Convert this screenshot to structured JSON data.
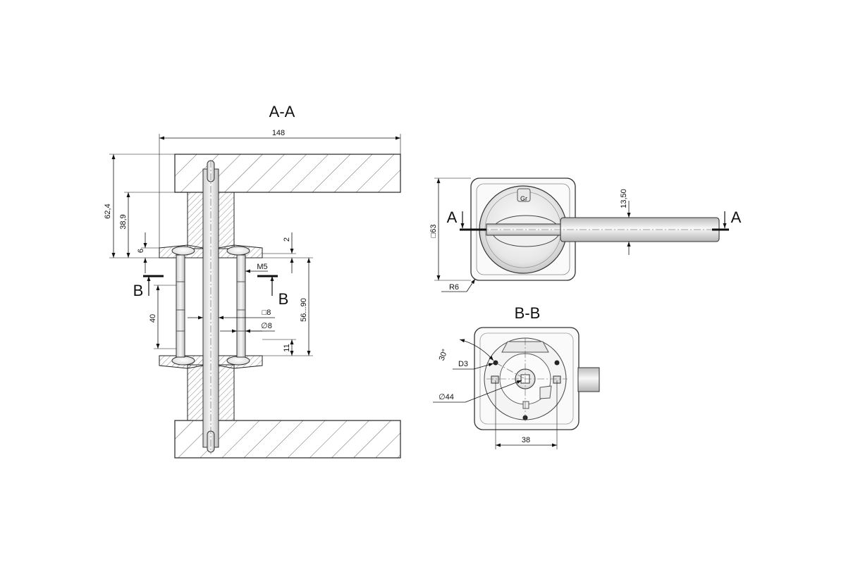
{
  "views": {
    "section_aa_title": "A-A",
    "section_bb_title": "B-B"
  },
  "dimensions": {
    "overall_width": "148",
    "height_total": "62,4",
    "height_inner": "38,9",
    "rosette_thickness": "6",
    "gap_top": "2",
    "thread": "M5",
    "square_spindle": "□8",
    "round_spindle": "∅8",
    "screw_length": "40",
    "door_range": "56...90",
    "bottom_offset": "11",
    "square_rosette": "□63",
    "handle_height": "13,50",
    "corner_radius": "R6",
    "angle": "30°",
    "hole_dia": "D3",
    "bolt_circle": "∅44",
    "hole_spacing": "38"
  },
  "markers": {
    "a": "A",
    "b": "B"
  },
  "logo": "Gr"
}
